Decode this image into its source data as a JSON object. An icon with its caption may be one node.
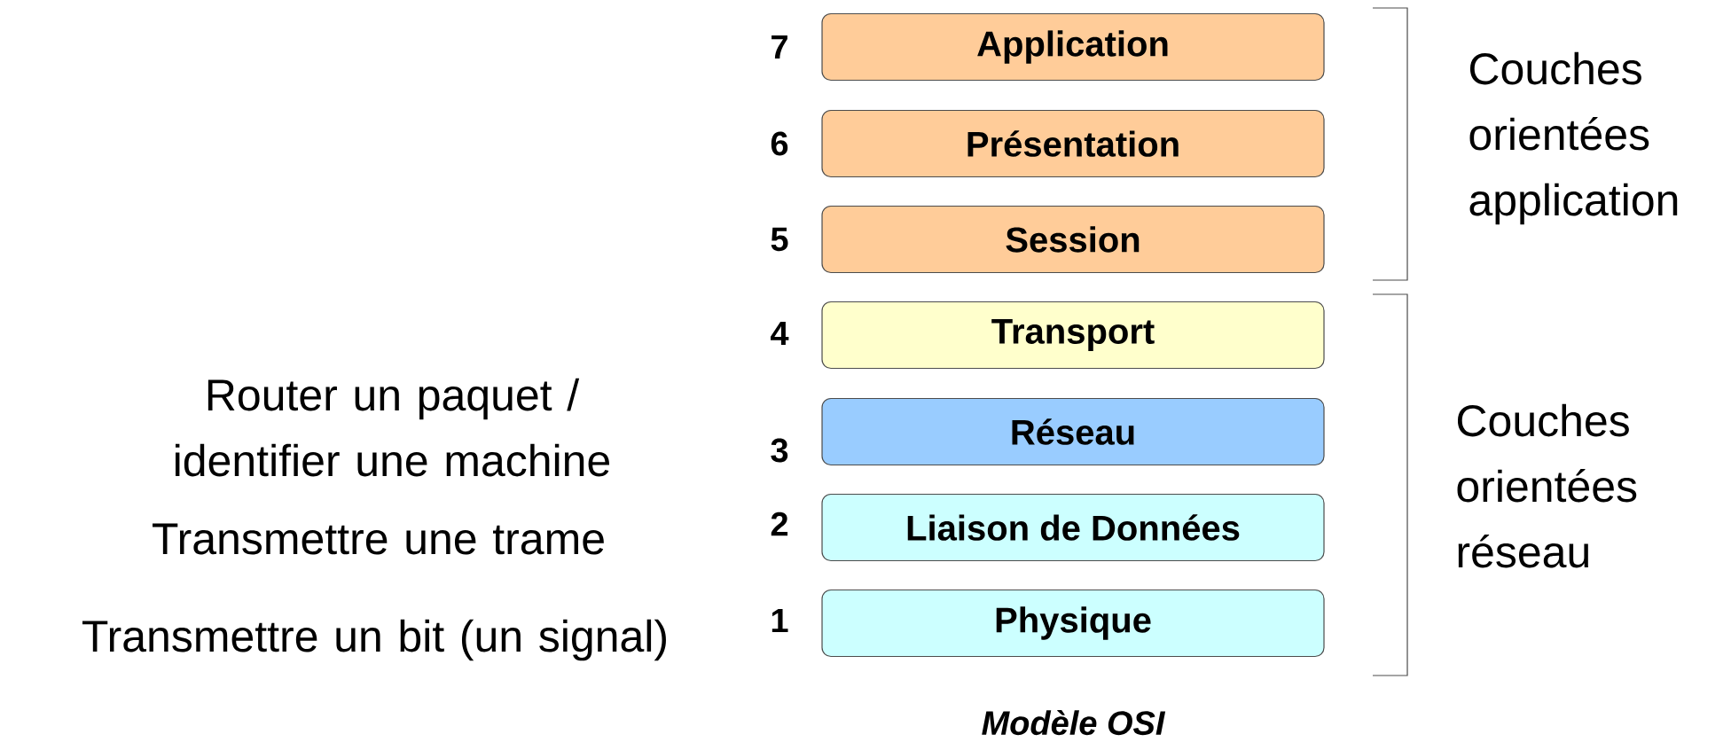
{
  "diagram": {
    "caption": "Modèle OSI",
    "nodes": [
      {
        "text": [
          "Application"
        ],
        "beside": [
          "7"
        ]
      },
      {
        "text": [
          "Présentation"
        ],
        "beside": [
          "6"
        ]
      },
      {
        "text": [
          "Session"
        ],
        "beside": [
          "5"
        ]
      },
      {
        "text": [
          "Transport"
        ],
        "beside": [
          "4"
        ]
      },
      {
        "text": [
          "Réseau"
        ],
        "beside": [
          "3"
        ]
      },
      {
        "text": [
          "Liaison de Données"
        ],
        "beside": [
          "2"
        ]
      },
      {
        "text": [
          "Physique"
        ],
        "beside": [
          "1"
        ]
      }
    ],
    "labels": [
      "Couches orientées application",
      "Router un paquet / identifier une machine",
      "Couches orientées réseau",
      "Transmettre une trame",
      "Transmettre un bit (un signal)"
    ]
  }
}
